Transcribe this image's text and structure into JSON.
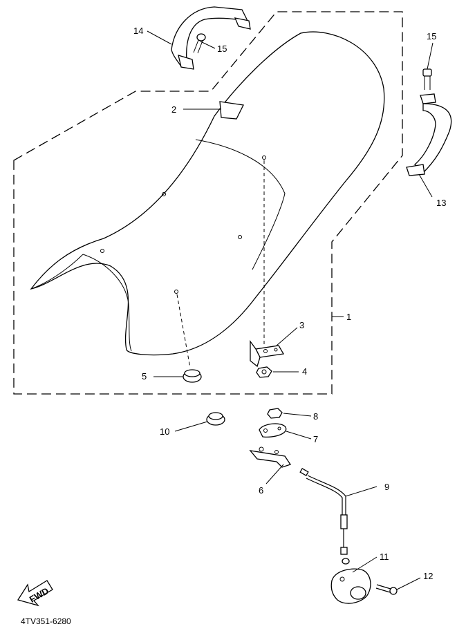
{
  "callouts": [
    {
      "id": "c1",
      "text": "1"
    },
    {
      "id": "c2",
      "text": "2"
    },
    {
      "id": "c3",
      "text": "3"
    },
    {
      "id": "c4",
      "text": "4"
    },
    {
      "id": "c5",
      "text": "5"
    },
    {
      "id": "c6",
      "text": "6"
    },
    {
      "id": "c7",
      "text": "7"
    },
    {
      "id": "c8",
      "text": "8"
    },
    {
      "id": "c9",
      "text": "9"
    },
    {
      "id": "c10",
      "text": "10"
    },
    {
      "id": "c11",
      "text": "11"
    },
    {
      "id": "c12",
      "text": "12"
    },
    {
      "id": "c13",
      "text": "13"
    },
    {
      "id": "c14",
      "text": "14"
    },
    {
      "id": "c15a",
      "text": "15"
    },
    {
      "id": "c15b",
      "text": "15"
    }
  ],
  "fwd_label": "FWD",
  "drawing_code": "4TV351-6280"
}
